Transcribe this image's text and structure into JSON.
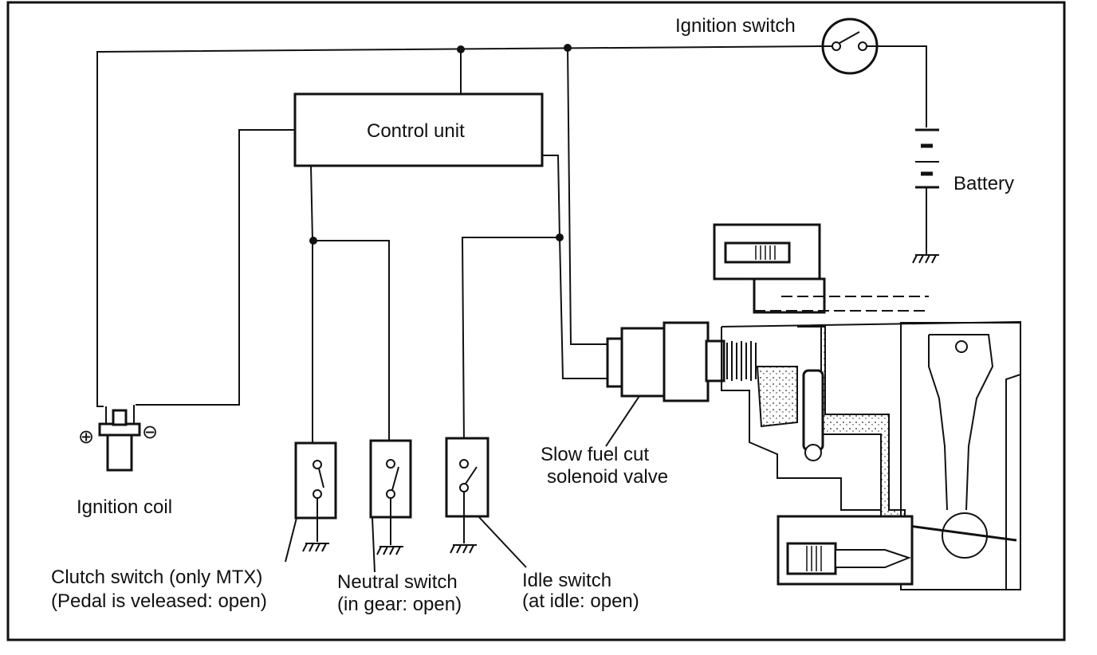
{
  "diagram": {
    "labels": {
      "control_unit": "Control unit",
      "ignition_switch": "Ignition switch",
      "battery": "Battery",
      "ignition_coil": "Ignition coil",
      "slow_fuel_cut_line1": "Slow fuel cut",
      "slow_fuel_cut_line2": "solenoid valve",
      "clutch_line1": "Clutch switch (only MTX)",
      "clutch_line2": "(Pedal is veleased: open)",
      "neutral_line1": "Neutral switch",
      "neutral_line2": "(in gear: open)",
      "idle_line1": "Idle switch",
      "idle_line2": "(at idle: open)"
    },
    "symbols": {
      "coil_plus": "⊕",
      "coil_minus": "⊖"
    }
  }
}
